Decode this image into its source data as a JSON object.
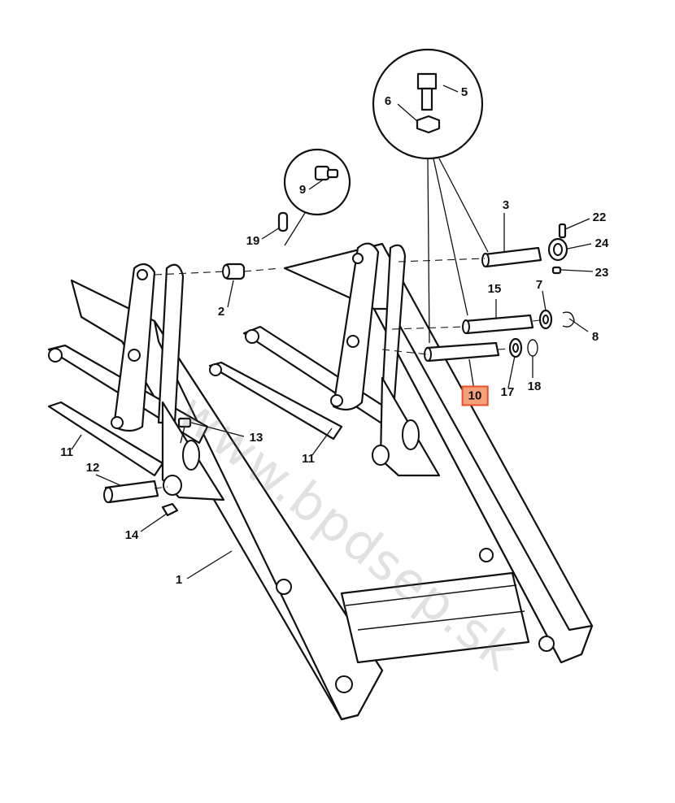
{
  "watermark": "www.bpdsep.sk",
  "callouts": {
    "c1": "1",
    "c2": "2",
    "c3": "3",
    "c5": "5",
    "c6": "6",
    "c7": "7",
    "c8": "8",
    "c9": "9",
    "c10": "10",
    "c11a": "11",
    "c11b": "11",
    "c12": "12",
    "c13": "13",
    "c14": "14",
    "c15": "15",
    "c17": "17",
    "c18": "18",
    "c19": "19",
    "c22": "22",
    "c23": "23",
    "c24": "24"
  },
  "highlight_color": "#f6a07a"
}
